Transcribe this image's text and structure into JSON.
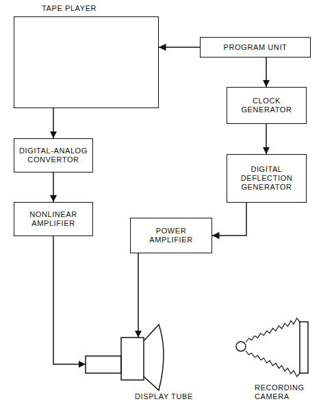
{
  "diagram": {
    "nodes": [
      {
        "text": [
          "TAPE PLAYER"
        ]
      },
      {
        "text": [
          "PROGRAM UNIT"
        ]
      },
      {
        "text": [
          "DIGITAL-ANALOG CONVERTOR"
        ]
      },
      {
        "text": [
          "CLOCK GENERATOR"
        ]
      },
      {
        "text": [
          "DIGITAL DEFLECTION GENERATOR"
        ]
      },
      {
        "text": [
          "NONLINEAR AMPLIFIER"
        ]
      },
      {
        "text": [
          "POWER AMPLIFIER"
        ]
      },
      {
        "text": [
          "DISPLAY TUBE"
        ]
      },
      {
        "text": [
          "RECORDING CAMERA"
        ]
      }
    ],
    "edges": [
      {
        "from": 1,
        "to": 0,
        "arrow": "to"
      },
      {
        "from": 1,
        "to": 3,
        "arrow": "to"
      },
      {
        "from": 3,
        "to": 4,
        "arrow": "to"
      },
      {
        "from": 4,
        "to": 6,
        "arrow": "to"
      },
      {
        "from": 6,
        "to": 7,
        "arrow": "to"
      },
      {
        "from": 0,
        "to": 2,
        "arrow": "to"
      },
      {
        "from": 2,
        "to": 5,
        "arrow": "to"
      },
      {
        "from": 5,
        "to": 7,
        "arrow": "to"
      }
    ]
  }
}
